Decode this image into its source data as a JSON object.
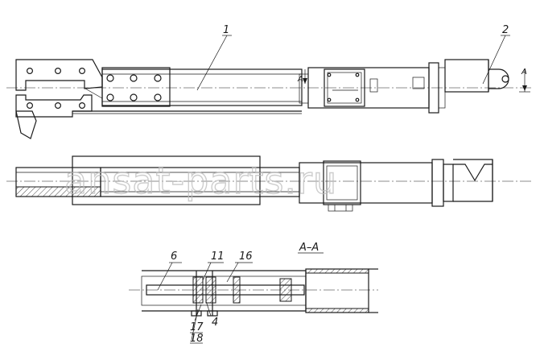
{
  "labels": {
    "part_1": "1",
    "part_2": "2",
    "part_4": "4",
    "part_6": "6",
    "part_11": "11",
    "part_16": "16",
    "part_17": "17",
    "part_18": "18",
    "section_marker_left": "A",
    "section_marker_right": "A",
    "section_title": "A–A"
  },
  "watermark": "ansat-parts.ru"
}
